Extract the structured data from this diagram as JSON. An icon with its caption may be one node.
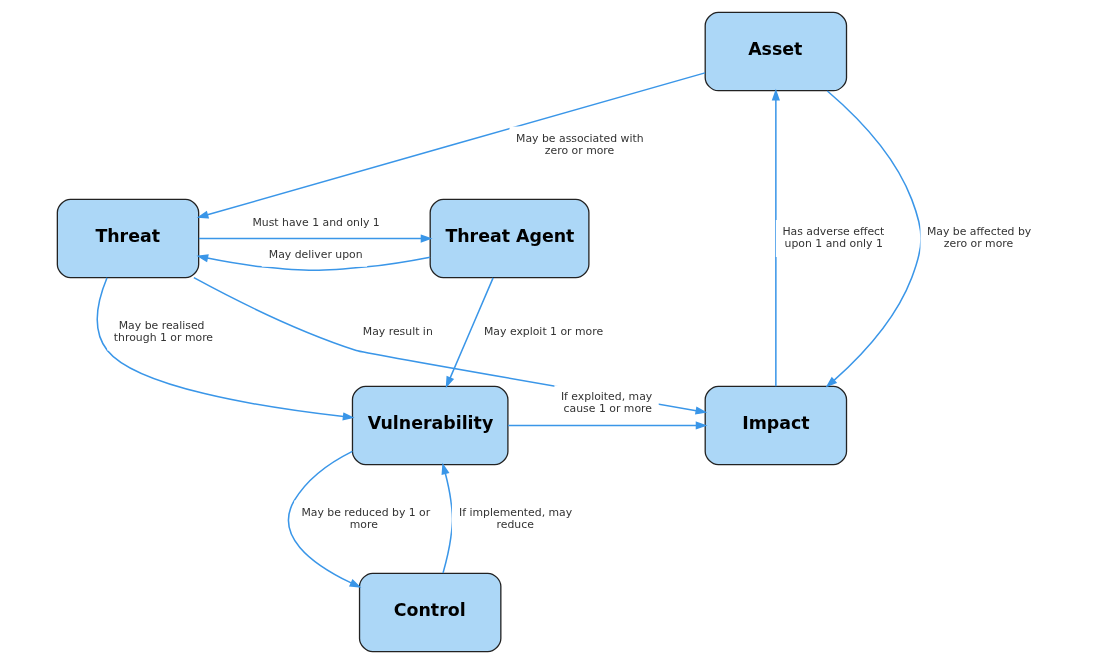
{
  "diagram": {
    "nodes": [
      {
        "text": [
          "Asset"
        ]
      },
      {
        "text": [
          "Threat"
        ]
      },
      {
        "text": [
          "Threat Agent"
        ]
      },
      {
        "text": [
          "Impact"
        ]
      },
      {
        "text": [
          "Vulnerability"
        ]
      },
      {
        "text": [
          "Control"
        ]
      }
    ],
    "edges": [
      {
        "from": 3,
        "to": 0,
        "arrow": "to",
        "label": "Has adverse effect upon 1 and only 1"
      },
      {
        "from": 0,
        "to": 3,
        "arrow": "to",
        "label": "May be affected by zero or more"
      },
      {
        "from": 0,
        "to": 1,
        "arrow": "to",
        "label": "May be associated with zero or more"
      },
      {
        "from": 1,
        "to": 2,
        "arrow": "to",
        "label": "Must have 1 and only 1"
      },
      {
        "from": 2,
        "to": 1,
        "arrow": "to",
        "label": "May deliver upon"
      },
      {
        "from": 1,
        "to": 3,
        "arrow": "to",
        "label": "May result in"
      },
      {
        "from": 1,
        "to": 4,
        "arrow": "to",
        "label": "May be realised through 1 or more"
      },
      {
        "from": 2,
        "to": 4,
        "arrow": "to",
        "label": "May exploit 1 or more"
      },
      {
        "from": 4,
        "to": 3,
        "arrow": "to",
        "label": "If exploited, may cause 1 or more"
      },
      {
        "from": 4,
        "to": 5,
        "arrow": "to",
        "label": "May be reduced by 1 or more"
      },
      {
        "from": 5,
        "to": 4,
        "arrow": "to",
        "label": "If implemented, may reduce"
      }
    ]
  }
}
